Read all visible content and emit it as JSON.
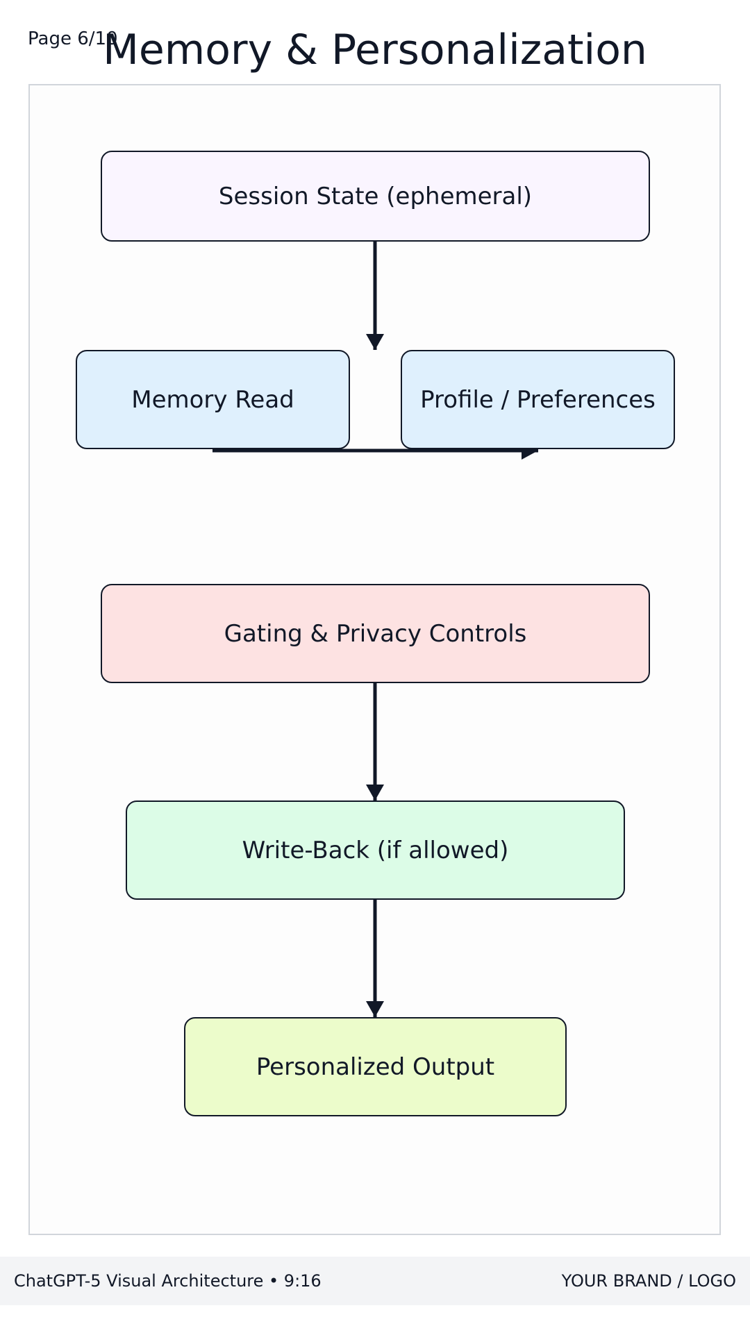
{
  "header": {
    "page_label": "Page 6/10",
    "title": "Memory & Personalization"
  },
  "diagram": {
    "nodes": {
      "session_state": "Session State (ephemeral)",
      "memory_read": "Memory Read",
      "profile_preferences": "Profile / Preferences",
      "gating_privacy": "Gating & Privacy Controls",
      "write_back": "Write-Back (if allowed)",
      "personalized_output": "Personalized Output"
    },
    "edges": [
      {
        "from": "session_state",
        "to": "memory_read"
      },
      {
        "from": "memory_read",
        "to": "profile_preferences"
      },
      {
        "from": "gating_privacy",
        "to": "write_back"
      },
      {
        "from": "write_back",
        "to": "personalized_output"
      }
    ]
  },
  "footer": {
    "left_text": "ChatGPT-5 Visual Architecture • 9:16",
    "right_text": "YOUR BRAND / LOGO"
  },
  "colors": {
    "ink": "#111827",
    "session_fill": "#faf5ff",
    "memory_fill": "#dff0fd",
    "gating_fill": "#fde2e2",
    "write_fill": "#dcfce7",
    "output_fill": "#ecfccb",
    "footer_bg": "#f3f4f6"
  }
}
